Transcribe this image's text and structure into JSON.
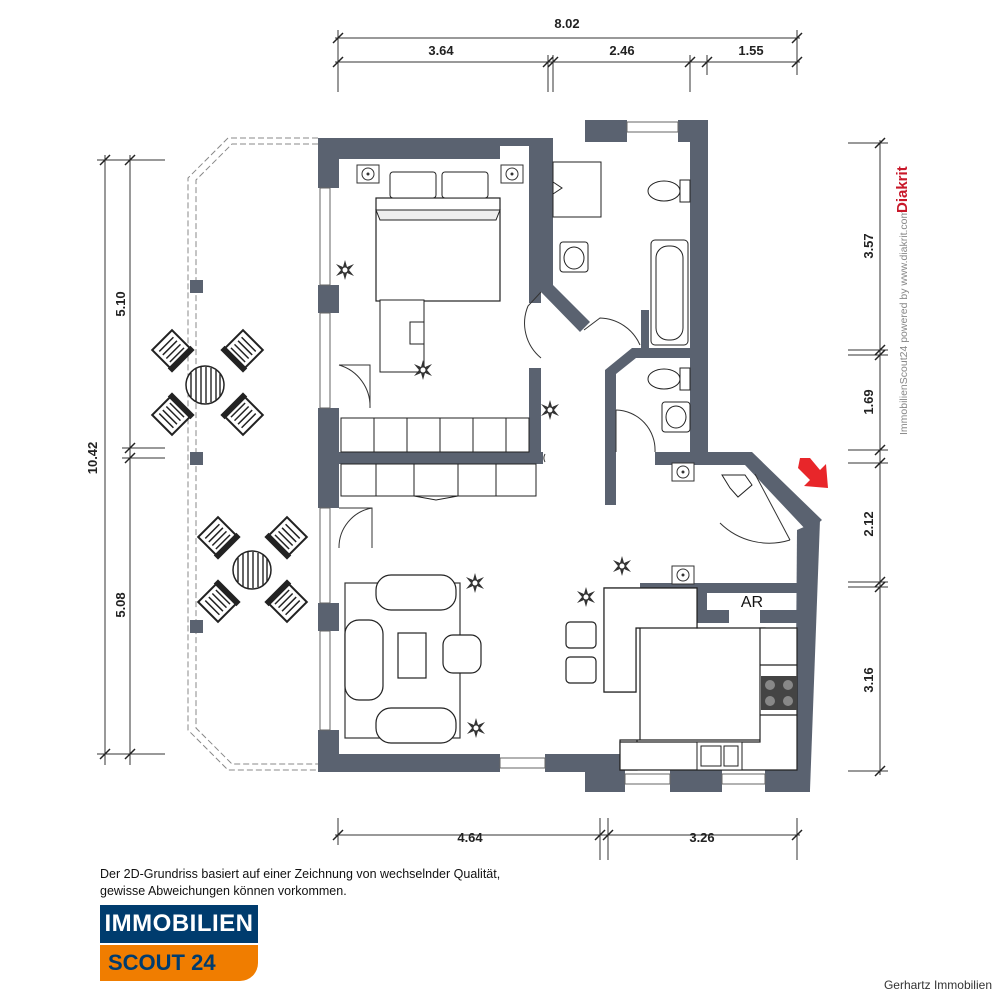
{
  "dimensions": {
    "top_total": "8.02",
    "top_1": "3.64",
    "top_2": "2.46",
    "top_3": "1.55",
    "left_total": "10.42",
    "left_1": "5.10",
    "left_2": "5.08",
    "right_1": "3.57",
    "right_2": "1.69",
    "right_3": "2.12",
    "right_4": "3.16",
    "bottom_1": "4.64",
    "bottom_2": "3.26"
  },
  "rooms": {
    "storage_label": "AR"
  },
  "watermark": {
    "text": "ImmobilienScout24 powered by www.diakrit.com",
    "brand": "Diakrit"
  },
  "disclaimer": {
    "line1": "Der 2D-Grundriss basiert auf einer Zeichnung von wechselnder Qualität,",
    "line2": "gewisse Abweichungen können vorkommen."
  },
  "logo": {
    "top": "IMMOBILIEN",
    "bottom": "SCOUT 24"
  },
  "credit": "Gerhartz Immobilien",
  "colors": {
    "wall": "#5a6270",
    "accent_arrow": "#e8262a",
    "logo_blue": "#003c6e",
    "logo_orange": "#f07d00"
  },
  "icons": [
    "entrance-arrow-icon",
    "plant-icon",
    "chair-icon",
    "toilet-icon",
    "bathtub-icon",
    "sink-icon",
    "stove-icon"
  ]
}
